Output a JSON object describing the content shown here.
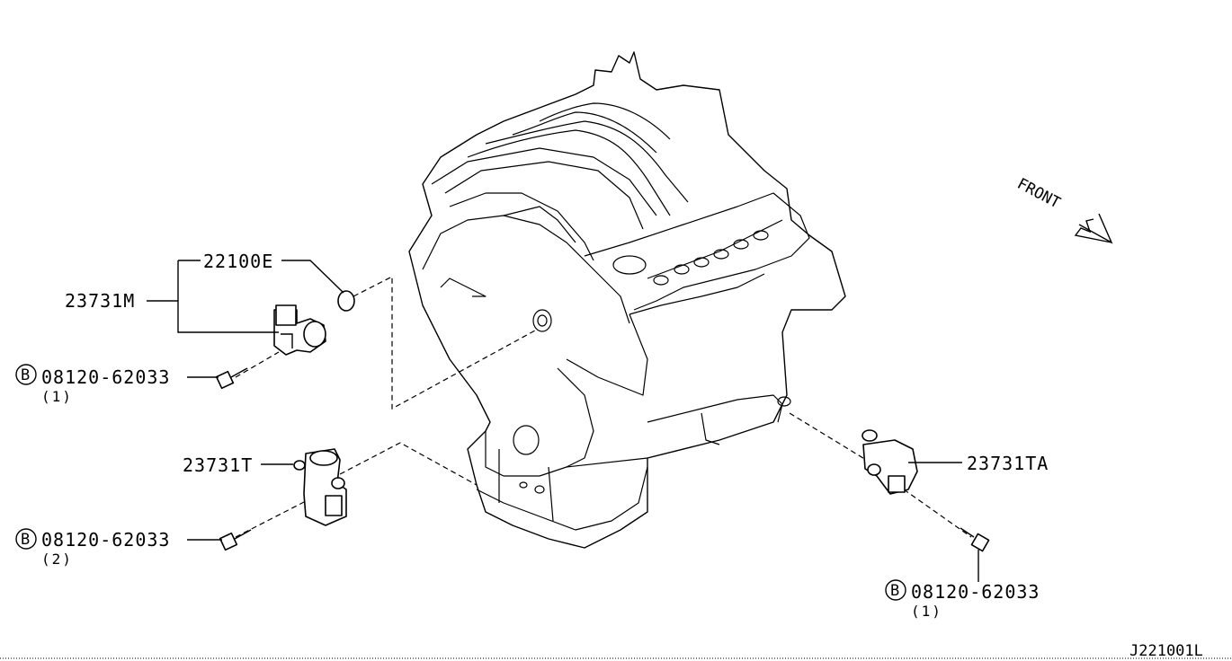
{
  "labels": {
    "sensor_assembly": "23731M",
    "o_ring": "22100E",
    "sensor_t": "23731T",
    "sensor_ta": "23731TA",
    "front": "FRONT",
    "diagram_id": "J221001L"
  },
  "bolts": [
    {
      "symbol": "B",
      "part_no": "08120-62033",
      "qty": "(1)"
    },
    {
      "symbol": "B",
      "part_no": "08120-62033",
      "qty": "(2)"
    },
    {
      "symbol": "B",
      "part_no": "08120-62033",
      "qty": "(1)"
    }
  ]
}
